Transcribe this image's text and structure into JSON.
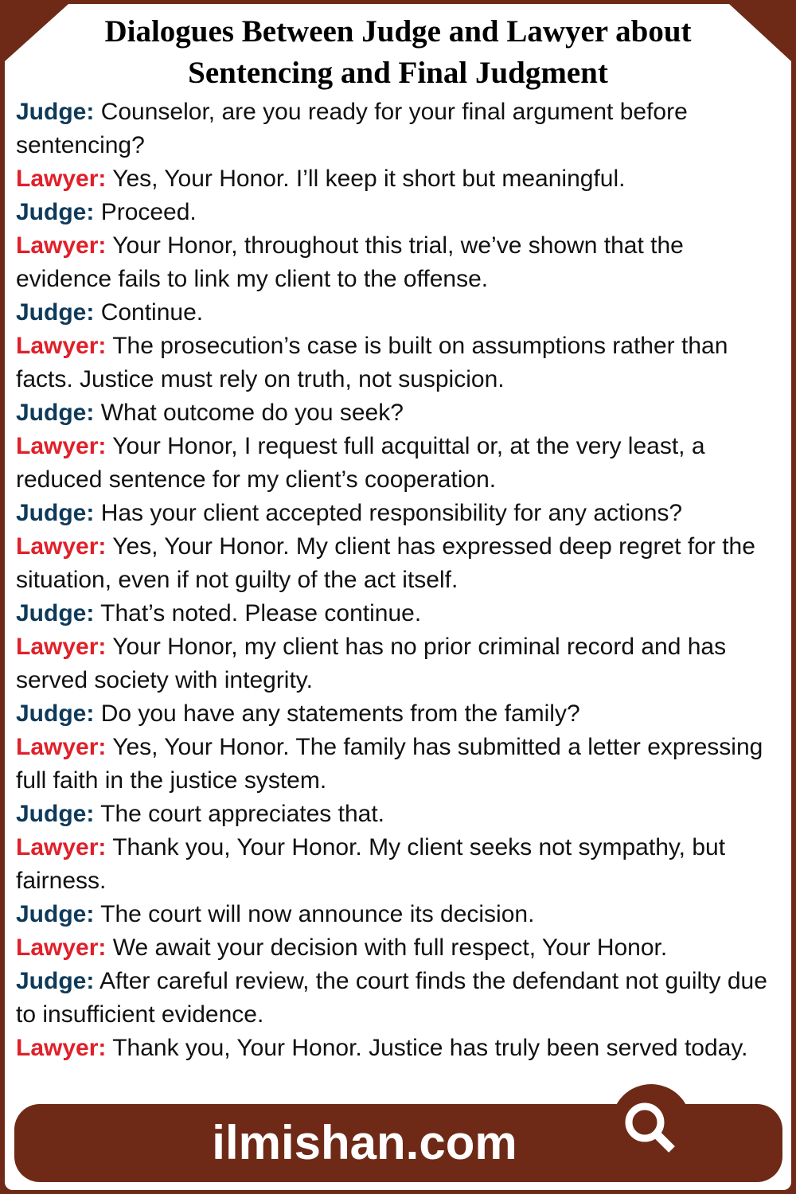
{
  "title": [
    "Dialogues Between Judge and Lawyer about",
    "Sentencing and Final Judgment"
  ],
  "colors": {
    "frame": "#6e2a16",
    "judge": "#0e3a5a",
    "lawyer": "#e0202a"
  },
  "dialogue": [
    {
      "speaker": "Judge:",
      "role": "judge",
      "text": "Counselor, are you ready for your final argument before sentencing?"
    },
    {
      "speaker": "Lawyer:",
      "role": "lawyer",
      "text": "Yes, Your Honor. I’ll keep it short but meaningful."
    },
    {
      "speaker": "Judge:",
      "role": "judge",
      "text": "Proceed."
    },
    {
      "speaker": "Lawyer:",
      "role": "lawyer",
      "text": "Your Honor, throughout this trial, we’ve shown that the evidence fails to link my client to the offense."
    },
    {
      "speaker": "Judge:",
      "role": "judge",
      "text": "Continue."
    },
    {
      "speaker": "Lawyer:",
      "role": "lawyer",
      "text": "The prosecution’s case is built on assumptions rather than facts. Justice must rely on truth, not suspicion."
    },
    {
      "speaker": "Judge:",
      "role": "judge",
      "text": "What outcome do you seek?"
    },
    {
      "speaker": "Lawyer:",
      "role": "lawyer",
      "text": "Your Honor, I request full acquittal or, at the very least, a reduced sentence for my client’s cooperation."
    },
    {
      "speaker": "Judge:",
      "role": "judge",
      "text": "Has your client accepted responsibility for any actions?"
    },
    {
      "speaker": "Lawyer:",
      "role": "lawyer",
      "text": "Yes, Your Honor. My client has expressed deep regret for the situation, even if not guilty of the act itself."
    },
    {
      "speaker": "Judge:",
      "role": "judge",
      "text": "That’s noted. Please continue."
    },
    {
      "speaker": "Lawyer:",
      "role": "lawyer",
      "text": "Your Honor, my client has no prior criminal record and has served society with integrity."
    },
    {
      "speaker": "Judge:",
      "role": "judge",
      "text": "Do you have any statements from the family?"
    },
    {
      "speaker": "Lawyer:",
      "role": "lawyer",
      "text": "Yes, Your Honor. The family has submitted a letter expressing full faith in the justice system."
    },
    {
      "speaker": "Judge:",
      "role": "judge",
      "text": "The court appreciates that."
    },
    {
      "speaker": "Lawyer:",
      "role": "lawyer",
      "text": "Thank you, Your Honor. My client seeks not sympathy, but fairness."
    },
    {
      "speaker": "Judge:",
      "role": "judge",
      "text": "The court will now announce its decision."
    },
    {
      "speaker": "Lawyer:",
      "role": "lawyer",
      "text": "We await your decision with full respect, Your Honor."
    },
    {
      "speaker": "Judge:",
      "role": "judge",
      "text": "After careful review, the court finds the defendant not guilty due to insufficient evidence."
    },
    {
      "speaker": "Lawyer:",
      "role": "lawyer",
      "text": "Thank you, Your Honor. Justice has truly been served today."
    }
  ],
  "footer": {
    "url": "ilmishan.com",
    "icon": "search-icon"
  }
}
